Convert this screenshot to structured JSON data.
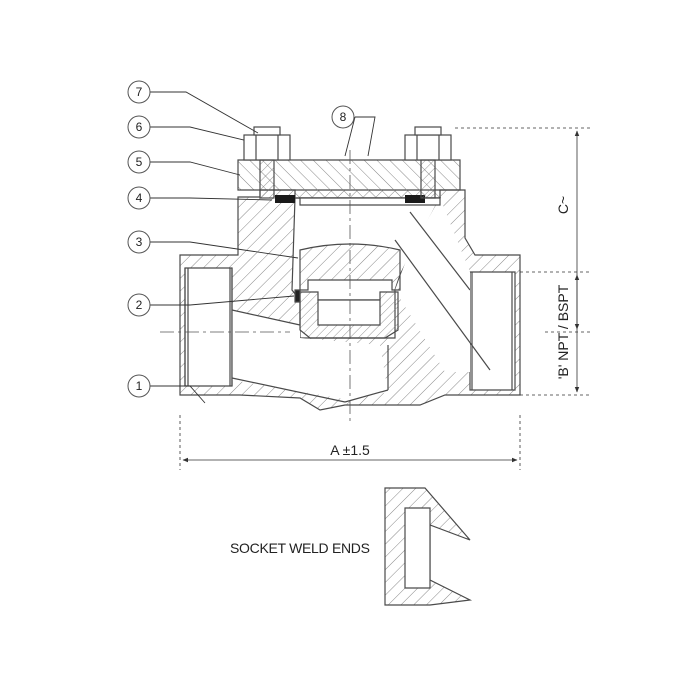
{
  "callouts": [
    "1",
    "2",
    "3",
    "4",
    "5",
    "6",
    "7",
    "8"
  ],
  "dimensions": {
    "length": "A ±1.5",
    "height": "C~",
    "thread": "'B' NPT / BSPT"
  },
  "detail_caption": "SOCKET WELD ENDS",
  "colors": {
    "line": "#4a4a4a",
    "hatch": "#7a7a7a",
    "seal": "#1a1a1a"
  }
}
